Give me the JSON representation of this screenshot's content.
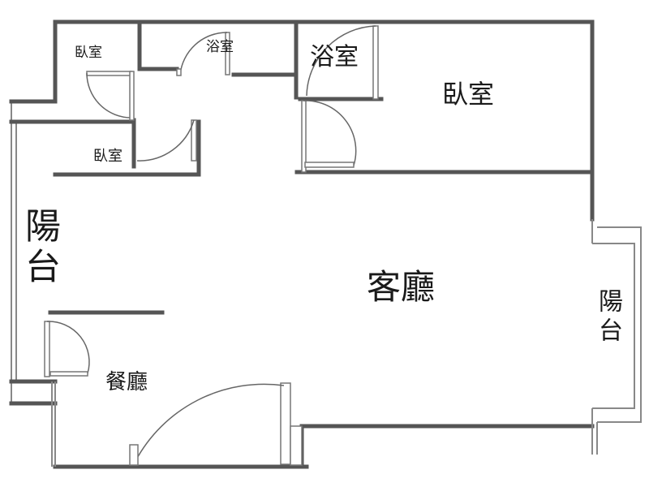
{
  "rooms": {
    "bedroom_small_top": "臥室",
    "bathroom_small": "浴室",
    "bathroom_large": "浴室",
    "bedroom_large": "臥室",
    "bedroom_small_mid": "臥室",
    "balcony_left": "陽台",
    "living_room": "客廳",
    "balcony_right": "陽台",
    "dining_room": "餐廳"
  },
  "colors": {
    "wall": "#555555",
    "wall_thin": "#888888",
    "text": "#1a1a1a"
  }
}
